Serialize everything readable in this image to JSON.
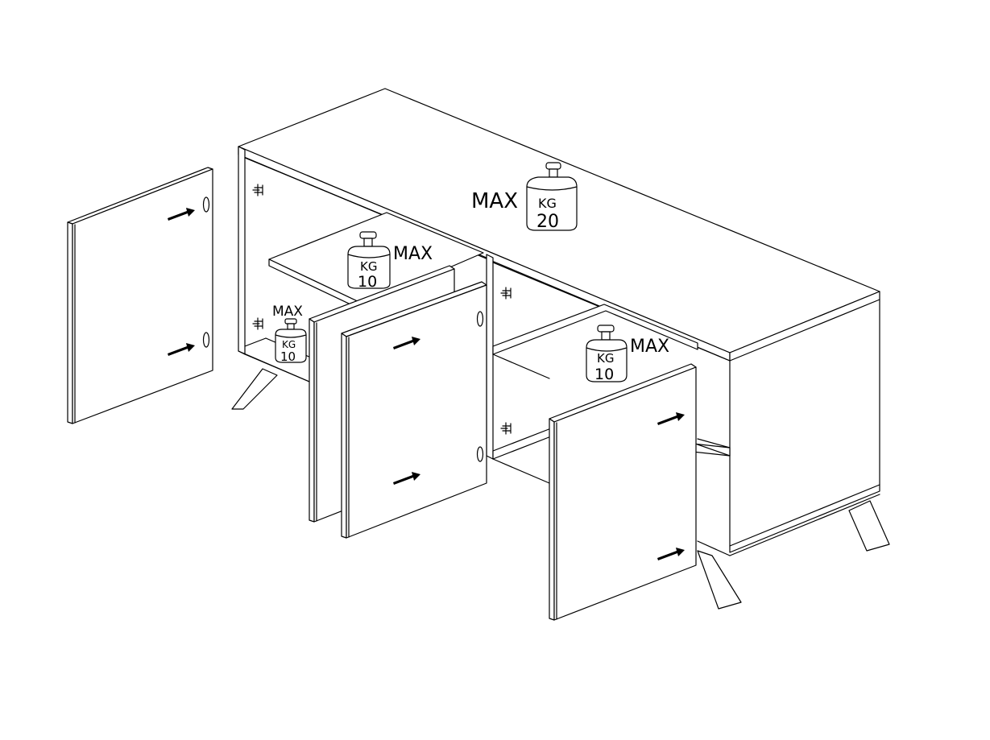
{
  "diagram": {
    "weights": [
      {
        "id": "top",
        "unit": "KG",
        "value": "20",
        "max_label": "MAX"
      },
      {
        "id": "shelf-left",
        "unit": "KG",
        "value": "10",
        "max_label": "MAX"
      },
      {
        "id": "bottom-left",
        "unit": "KG",
        "value": "10",
        "max_label": "MAX"
      },
      {
        "id": "shelf-right",
        "unit": "KG",
        "value": "10",
        "max_label": "MAX"
      }
    ]
  }
}
